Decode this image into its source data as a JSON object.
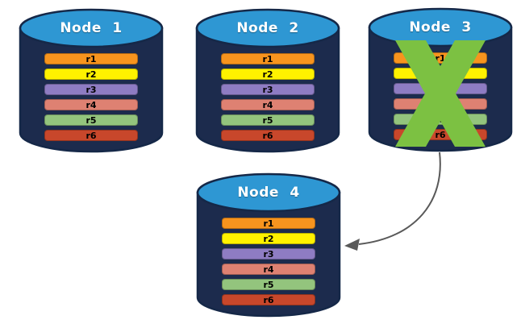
{
  "diagram": {
    "colors": {
      "background": "#FFFFFF",
      "cylinder_top": "#2E97D3",
      "cylinder_body": "#1C2B4D",
      "cylinder_outline": "#152848",
      "title_text": "#FFFFFF",
      "row_text": "#000000",
      "failure_x": "#7CC142",
      "arrow": "#595959"
    },
    "nodes": [
      {
        "title": "Node 1",
        "failed": false,
        "rows": [
          {
            "label": "r1",
            "color": "#F7941E"
          },
          {
            "label": "r2",
            "color": "#FFF200"
          },
          {
            "label": "r3",
            "color": "#8E7CC3"
          },
          {
            "label": "r4",
            "color": "#DE8172"
          },
          {
            "label": "r5",
            "color": "#93C47D"
          },
          {
            "label": "r6",
            "color": "#C8472B"
          }
        ]
      },
      {
        "title": "Node 2",
        "failed": false,
        "rows": [
          {
            "label": "r1",
            "color": "#F7941E"
          },
          {
            "label": "r2",
            "color": "#FFF200"
          },
          {
            "label": "r3",
            "color": "#8E7CC3"
          },
          {
            "label": "r4",
            "color": "#DE8172"
          },
          {
            "label": "r5",
            "color": "#93C47D"
          },
          {
            "label": "r6",
            "color": "#C8472B"
          }
        ]
      },
      {
        "title": "Node 3",
        "failed": true,
        "rows": [
          {
            "label": "r1",
            "color": "#F7941E"
          },
          {
            "label": "r2",
            "color": "#FFF200"
          },
          {
            "label": "r3",
            "color": "#8E7CC3"
          },
          {
            "label": "r4",
            "color": "#DE8172"
          },
          {
            "label": "r5",
            "color": "#93C47D"
          },
          {
            "label": "r6",
            "color": "#C8472B"
          }
        ]
      },
      {
        "title": "Node 4",
        "failed": false,
        "rows": [
          {
            "label": "r1",
            "color": "#F7941E"
          },
          {
            "label": "r2",
            "color": "#FFF200"
          },
          {
            "label": "r3",
            "color": "#8E7CC3"
          },
          {
            "label": "r4",
            "color": "#DE8172"
          },
          {
            "label": "r5",
            "color": "#93C47D"
          },
          {
            "label": "r6",
            "color": "#C8472B"
          }
        ]
      }
    ],
    "arrow": {
      "from": "Node 3",
      "to": "Node 4"
    }
  }
}
